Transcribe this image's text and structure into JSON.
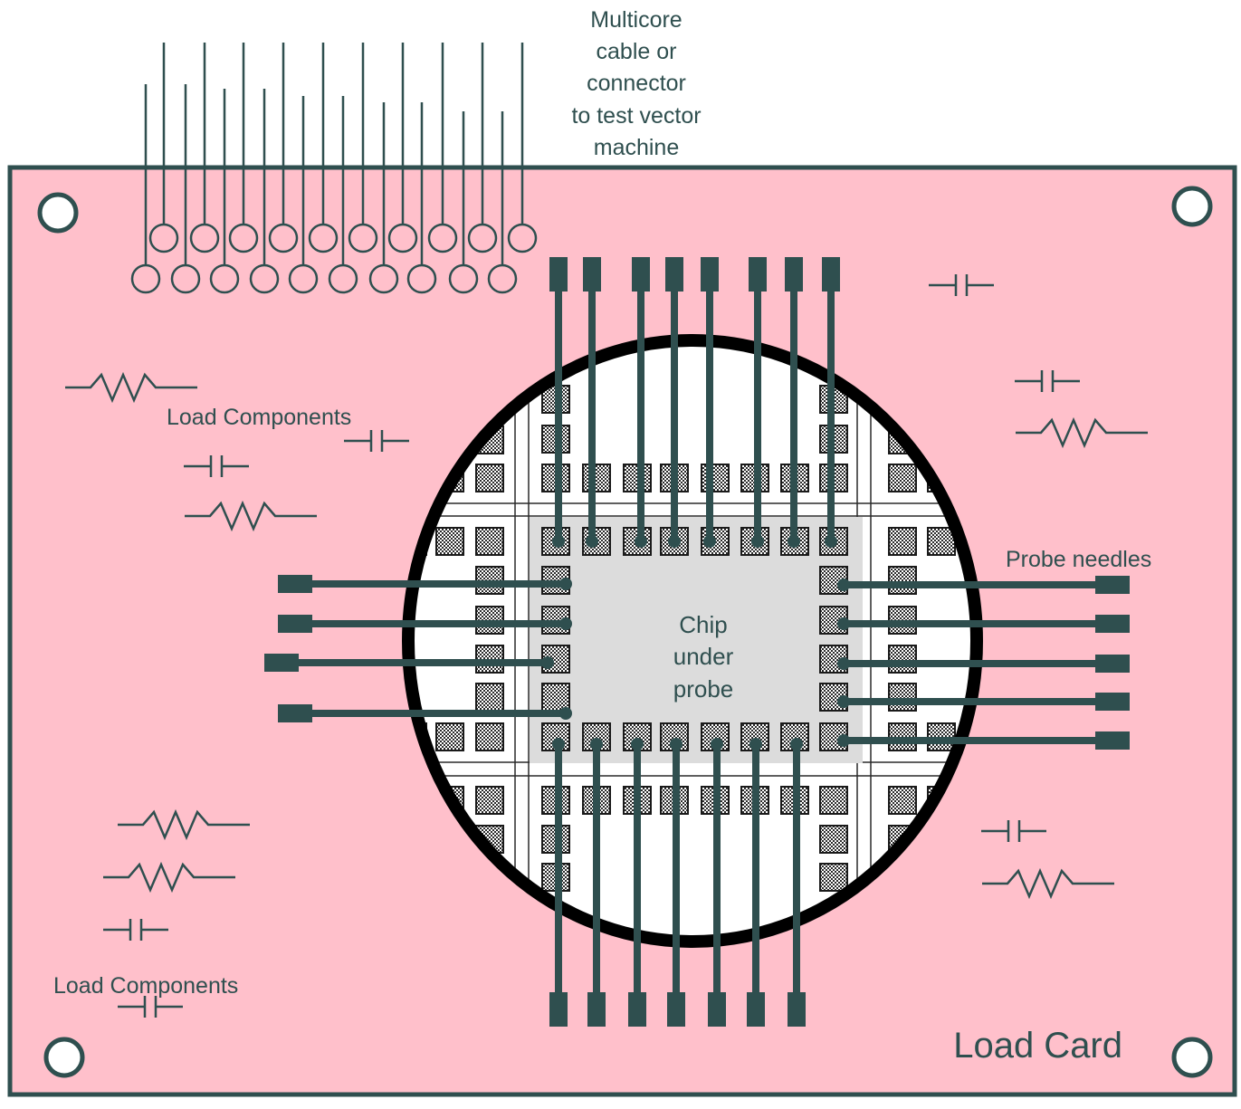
{
  "labels": {
    "cable": [
      "Multicore",
      "cable or",
      "connector",
      "to test vector",
      "machine"
    ],
    "load_components_top": "Load Components",
    "load_components_bottom": "Load Components",
    "probe_needles": "Probe needles",
    "chip": [
      "Chip",
      "under",
      "probe"
    ],
    "load_card": "Load Card"
  },
  "colors": {
    "board_fill": "#ffc0cb",
    "stroke": "#2f4f4f",
    "wafer_fill": "#ffffff",
    "chip_fill": "#dcdcdc",
    "outline": "#000000"
  },
  "icons": {
    "mounting_hole": "circle-hole-icon",
    "resistor": "zigzag-resistor-icon",
    "capacitor": "parallel-plate-capacitor-icon",
    "pad": "checkered-bond-pad-icon"
  }
}
